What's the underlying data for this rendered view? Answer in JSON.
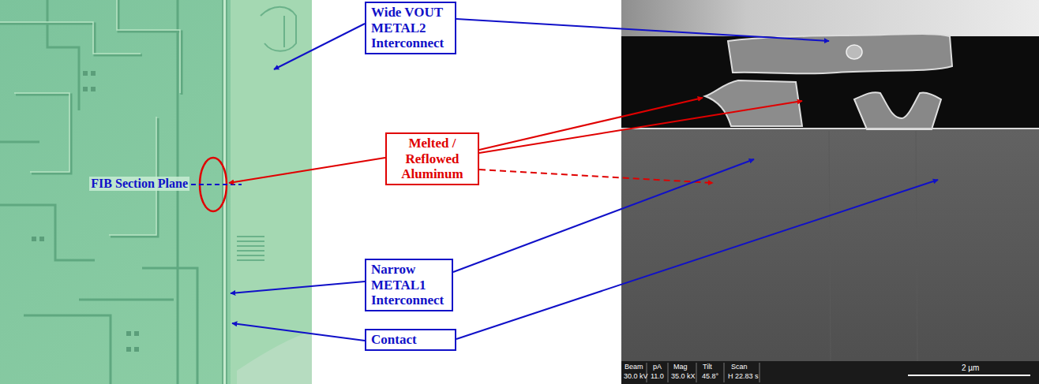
{
  "diagram": {
    "nodes": [
      {
        "text": [
          "Wide VOUT METAL2 Interconnect"
        ]
      },
      {
        "text": [
          "Melted / Reflowed Aluminum"
        ]
      },
      {
        "text": [
          "Narrow METAL1 Interconnect"
        ]
      },
      {
        "text": [
          "Contact"
        ]
      }
    ],
    "edges": [],
    "labels": [
      "FIB Section Plane",
      "Beam",
      "30.0 kV",
      "pA",
      "11.0",
      "Mag",
      "35.0 kX",
      "Tilt",
      "45.8°",
      "Scan",
      "H 22.83 s",
      "2 µm"
    ]
  }
}
